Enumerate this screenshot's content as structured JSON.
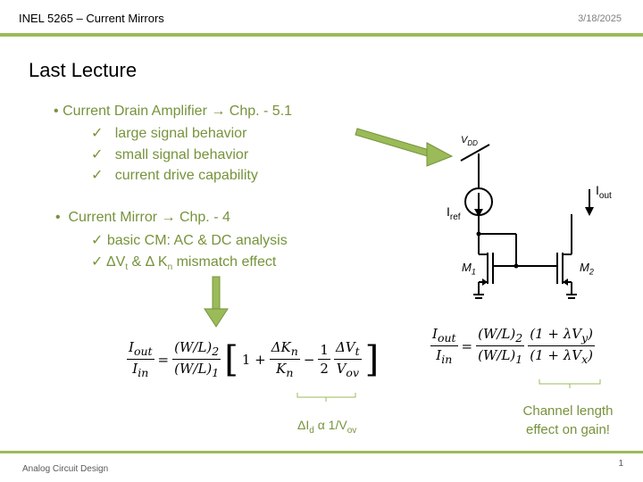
{
  "header": {
    "title": "INEL 5265 – Current Mirrors",
    "date": "3/18/2025"
  },
  "slide": {
    "heading": "Last Lecture",
    "bullets": [
      {
        "text": "Current Drain Amplifier  →  Chp. - 5.1"
      },
      {
        "text": "Current Mirror  →  Chp. - 4"
      }
    ],
    "sub_bullets_1": [
      "large signal behavior",
      "small signal behavior",
      "current drive capability"
    ],
    "sub_bullets_2": [
      "basic CM: AC & DC analysis"
    ],
    "mismatch": {
      "p1": "ΔV",
      "s1": "t",
      "p2": " & Δ K",
      "s2": "n",
      "p3": " mismatch effect"
    },
    "check_mark": "✓",
    "bullet_mark": "•"
  },
  "equation_left": {
    "lhs_num": "I",
    "lhs_num_sub": "out",
    "lhs_den": "I",
    "lhs_den_sub": "in",
    "equals": "=",
    "ratio_num": "(W/L)",
    "ratio_num_sub": "2",
    "ratio_den": "(W/L)",
    "ratio_den_sub": "1",
    "one": "1 +",
    "dk_num": "ΔK",
    "dk_num_sub": "n",
    "dk_den": "K",
    "dk_den_sub": "n",
    "minus": "−",
    "half_num": "1",
    "half_den": "2",
    "dv_num": "ΔV",
    "dv_num_sub": "t",
    "dv_den": "V",
    "dv_den_sub": "ov"
  },
  "annotation_left": {
    "p1": "ΔI",
    "s1": "d",
    "p2": " α 1/V",
    "s2": "ov"
  },
  "equation_right": {
    "lhs_num": "I",
    "lhs_num_sub": "out",
    "lhs_den": "I",
    "lhs_den_sub": "in",
    "equals": "=",
    "ratio_num": "(W/L)",
    "ratio_num_sub": "2",
    "ratio_den": "(W/L)",
    "ratio_den_sub": "1",
    "lam_num": "(1 + λV",
    "lam_num_sub": "y",
    "lam_num_end": ")",
    "lam_den": "(1 + λV",
    "lam_den_sub": "x",
    "lam_den_end": ")"
  },
  "annotation_right": {
    "line1": "Channel length",
    "line2": "effect on gain!"
  },
  "circuit": {
    "vdd": "V",
    "vdd_sub": "DD",
    "iref": "I",
    "iref_sub": "ref",
    "iout": "I",
    "iout_sub": "out",
    "m1": "M",
    "m1_sub": "1",
    "m2": "M",
    "m2_sub": "2"
  },
  "footer": {
    "course": "Analog Circuit Design",
    "page": "1"
  },
  "colors": {
    "accent": "#9bbb59",
    "text_green": "#77933c",
    "arrow": "#77933c"
  }
}
